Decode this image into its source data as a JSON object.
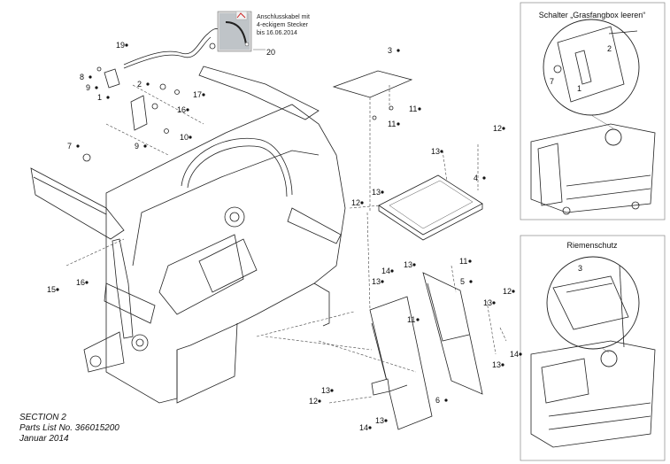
{
  "inset_note": {
    "line1": "Anschlusskabel mit",
    "line2": "4-eckigem Stecker",
    "line3": "bis 16.06.2014",
    "ref": "20"
  },
  "panel_switch": {
    "title": "Schalter „Grasfangbox leeren“",
    "labels": [
      "2",
      "7",
      "1"
    ]
  },
  "panel_belt": {
    "title": "Riemenschutz",
    "labels": [
      "3"
    ]
  },
  "callouts": [
    "19",
    "8",
    "9",
    "1",
    "2",
    "17",
    "16",
    "10",
    "9",
    "7",
    "3",
    "11",
    "11",
    "12",
    "13",
    "4",
    "12",
    "13",
    "15",
    "16",
    "11",
    "5",
    "14",
    "13",
    "13",
    "11",
    "12",
    "13",
    "13",
    "14",
    "13",
    "12",
    "6",
    "14",
    "13"
  ],
  "footer": {
    "section": "SECTION 2",
    "parts_list": "Parts List No. 366015200",
    "date": "Januar 2014"
  }
}
